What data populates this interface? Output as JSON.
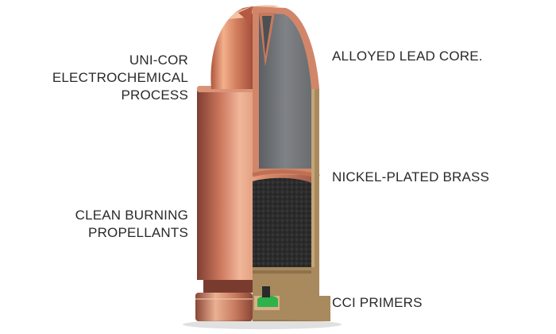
{
  "labels": {
    "uni_cor": "UNI-COR\nELECTROCHEMICAL\nPROCESS",
    "clean_burning": "CLEAN BURNING\nPROPELLANTS",
    "lead_core": "ALLOYED LEAD CORE.",
    "nickel_brass": "NICKEL-PLATED BRASS",
    "cci_primers": "CCI PRIMERS"
  },
  "colors": {
    "copper_light": "#e9a785",
    "copper_mid": "#c9735a",
    "copper_dark": "#8f4a3b",
    "lead_core": "#7a7d80",
    "lead_core_dark": "#5a5d60",
    "propellant": "#2e2e2e",
    "brass_section": "#a88a5e",
    "primer_green": "#2fb24a"
  }
}
